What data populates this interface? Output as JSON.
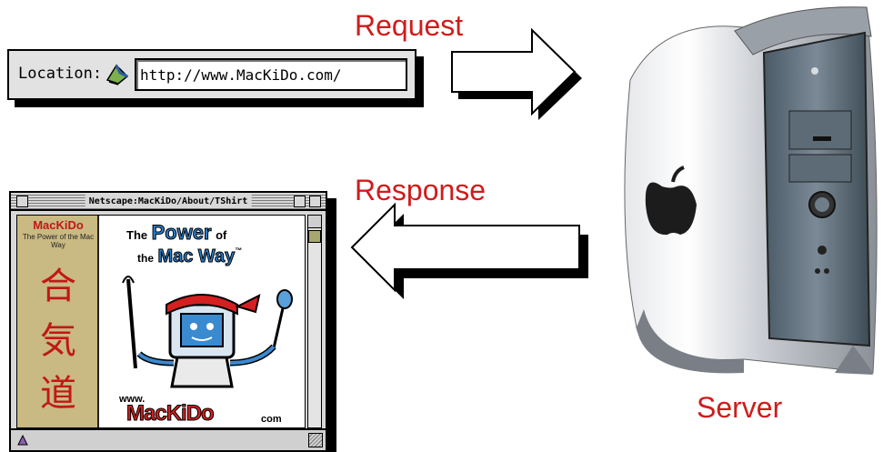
{
  "labels": {
    "request": "Request",
    "response": "Response",
    "server": "Server"
  },
  "location_bar": {
    "label": "Location:",
    "url": "http://www.MacKiDo.com/",
    "icon": "bookmark-icon"
  },
  "browser_window": {
    "title": "Netscape:MacKiDo/About/TShirt",
    "sidebar": {
      "logo": "MacKiDo",
      "subtitle": "The Power of the Mac Way",
      "kanji": [
        "合",
        "気",
        "道"
      ]
    },
    "ad": {
      "the": "The",
      "power": "Power",
      "of": "of",
      "the2": "the",
      "mac_way": "Mac Way",
      "tm": "™",
      "www": "www.",
      "brand": "MacKiDo",
      "com": "com"
    }
  },
  "colors": {
    "label_red": "#d01c1c",
    "accent_blue": "#2a7fd0",
    "sidebar_tan": "#c9b982"
  }
}
